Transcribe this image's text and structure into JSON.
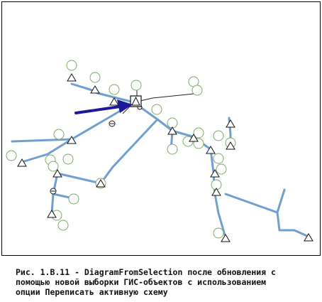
{
  "caption": {
    "lines": [
      "Рис. 1.В.11 - DiagramFromSelection после обновления с",
      "помощью новой выборки ГИС-объектов с использованием",
      "опции Переписать активную схему"
    ]
  },
  "colors": {
    "pipe": "#6f9fd1",
    "arrow": "#1a1a9a",
    "circle_stroke": "#7ca86a",
    "symbol_stroke": "#111111",
    "link": "#222222"
  },
  "icons": {
    "node": "triangle-node-icon",
    "junction": "circle-junction-icon",
    "valve": "valve-icon",
    "selected": "selected-node-icon"
  }
}
